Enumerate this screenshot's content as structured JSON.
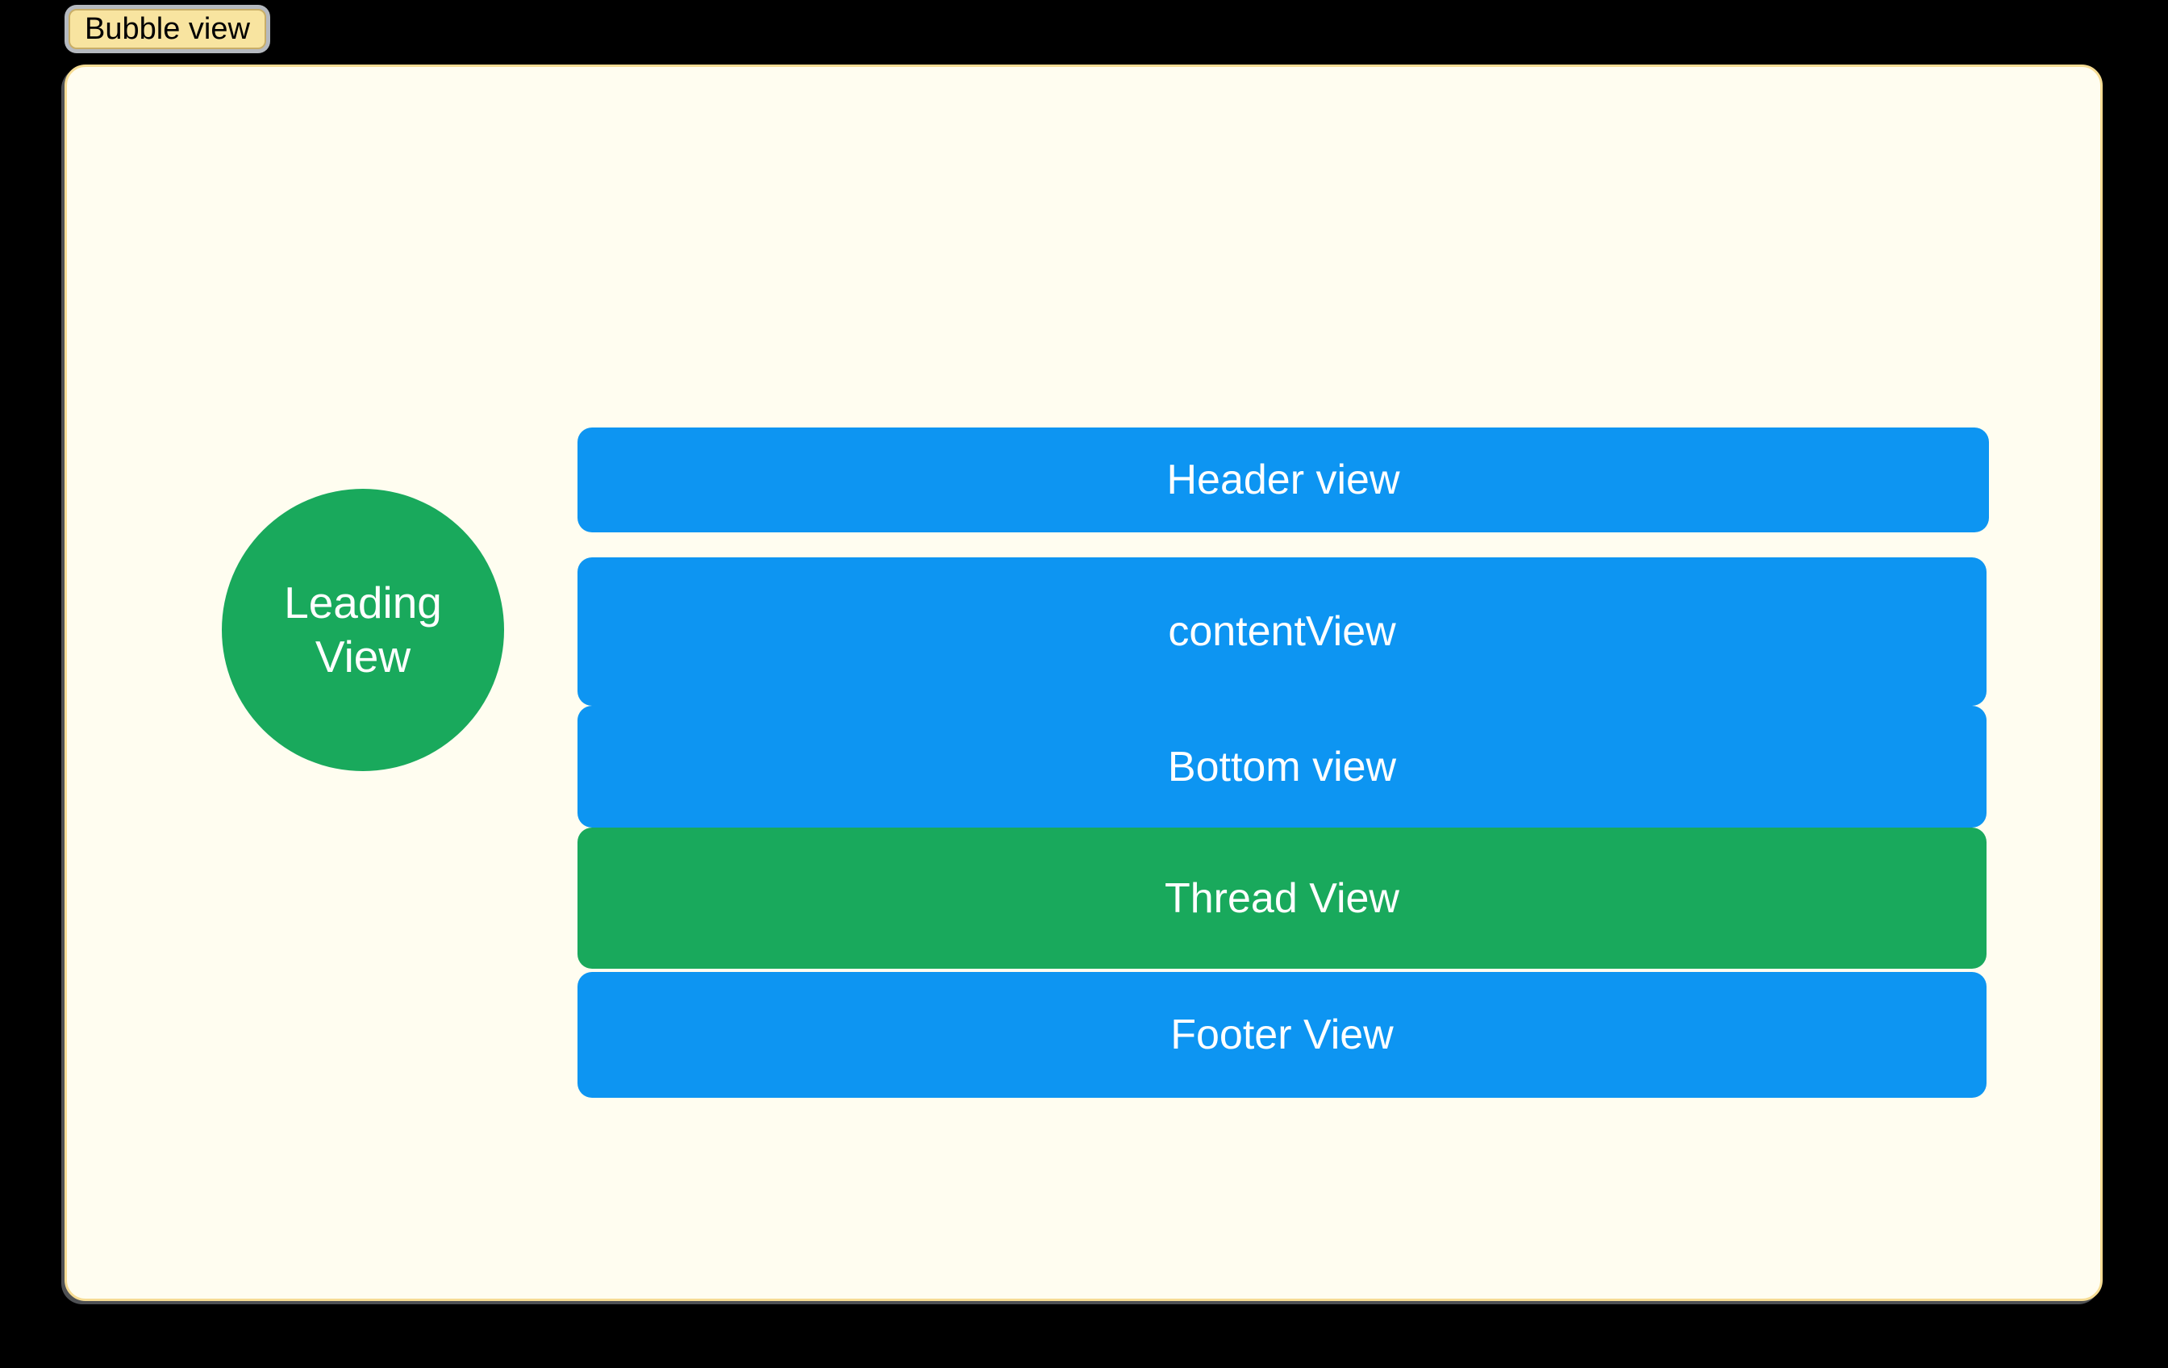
{
  "window": {
    "background_color": "#000000"
  },
  "selection_tag": {
    "label": "Bubble view",
    "fill_color": "#F8E4A0",
    "border_color": "#C9AE67",
    "halo_color": "#B5B9BF",
    "text_color": "#000000"
  },
  "bubble_view": {
    "fill_color": "#FFFDF0",
    "border_color": "#F6DC94"
  },
  "leading_view": {
    "label": "Leading View",
    "line1": "Leading",
    "line2": "View",
    "fill_color": "#19A95C",
    "text_color": "#FFFFFF"
  },
  "subviews": [
    {
      "name": "header-view",
      "label": "Header view",
      "fill_color": "#0D95F2"
    },
    {
      "name": "content-view",
      "label": "contentView",
      "fill_color": "#0D95F2"
    },
    {
      "name": "bottom-view",
      "label": "Bottom view",
      "fill_color": "#0D95F2"
    },
    {
      "name": "thread-view",
      "label": "Thread View",
      "fill_color": "#19A95C"
    },
    {
      "name": "footer-view",
      "label": "Footer View",
      "fill_color": "#0D95F2"
    }
  ],
  "subview_text_color": "#FFFFFF"
}
